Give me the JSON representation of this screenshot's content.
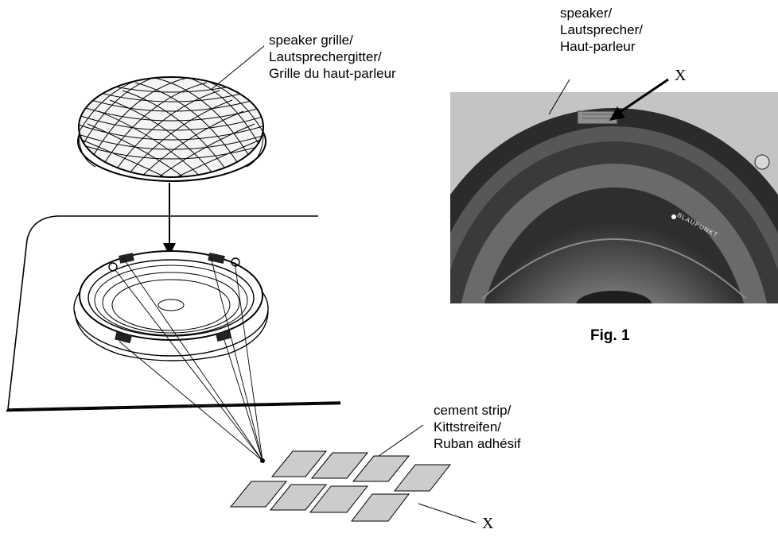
{
  "labels": {
    "grille": [
      "speaker grille/",
      "Lautsprechergitter/",
      "Grille du haut-parleur"
    ],
    "speaker": [
      "speaker/",
      "Lautsprecher/",
      "Haut-parleur"
    ],
    "cement": [
      "cement strip/",
      "Kittstreifen/",
      "Ruban adhésif"
    ],
    "x_marker": "X",
    "figure_caption": "Fig. 1",
    "brand_on_cone": "BLAUPUNKT"
  },
  "colors": {
    "strip_fill": "#cccccc",
    "photo_bg": "#bfbfbf",
    "line": "#000000"
  }
}
